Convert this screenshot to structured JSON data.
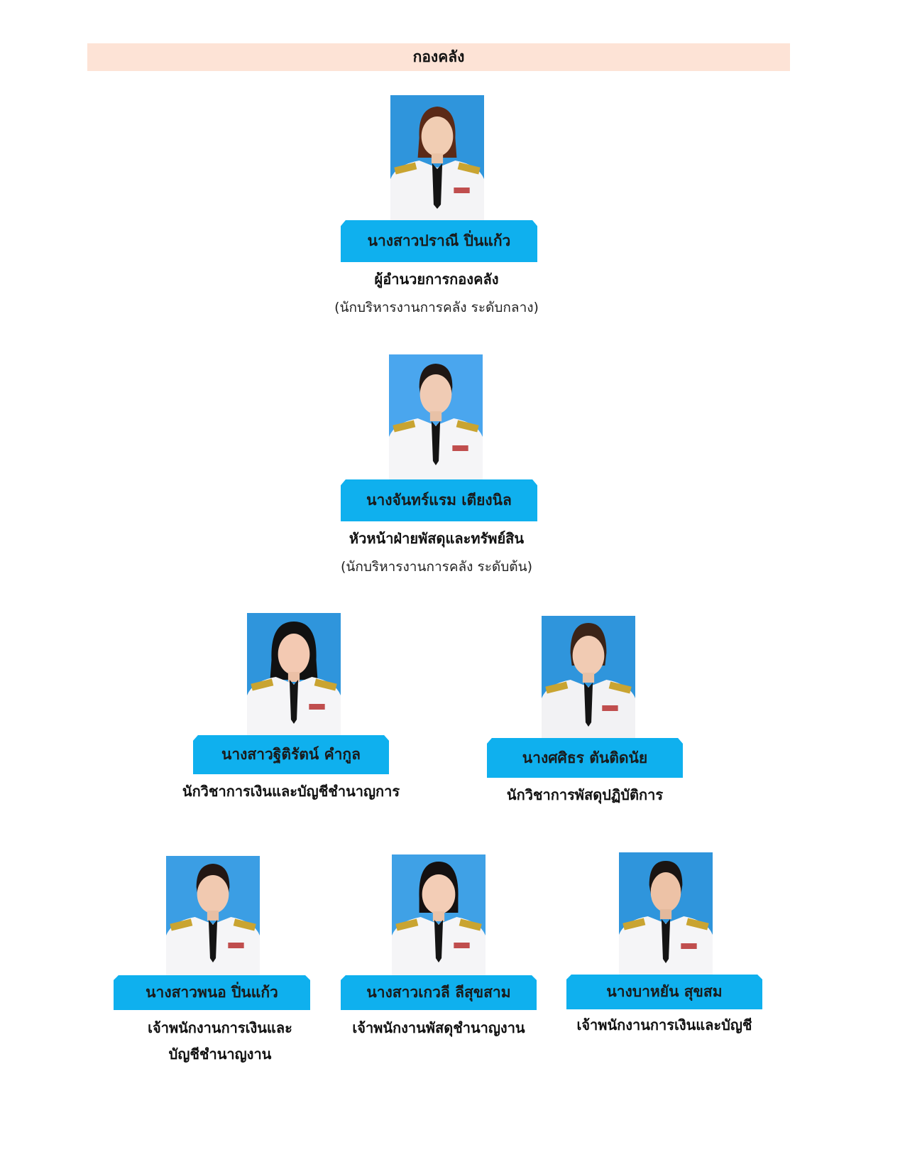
{
  "header": {
    "title": "กองคลัง"
  },
  "people": [
    {
      "name": "นางสาวปราณี  ปิ่นแก้ว",
      "role": "ผู้อำนวยการกองคลัง",
      "rank": "(นักบริหารงานการคลัง  ระดับกลาง)"
    },
    {
      "name": "นางจันทร์แรม เตียงนิล",
      "role": "หัวหน้าฝ่ายพัสดุและทรัพย์สิน",
      "rank": "(นักบริหารงานการคลัง  ระดับต้น)"
    },
    {
      "name": "นางสาวฐิติรัตน์  คำกูล",
      "role": "นักวิชาการเงินและบัญชีชำนาญการ"
    },
    {
      "name": "นางศศิธร ตันติดนัย",
      "role": "นักวิชาการพัสดุปฏิบัติการ"
    },
    {
      "name": "นางสาวพนอ  ปิ่นแก้ว",
      "role_line1": "เจ้าพนักงานการเงินและ",
      "role_line2": "บัญชีชำนาญงาน"
    },
    {
      "name": "นางสาวเกวลี  ลีสุขสาม",
      "role": "เจ้าพนักงานพัสดุชำนาญงาน"
    },
    {
      "name": "นางบาหยัน สุขสม",
      "role": "เจ้าพนักงานการเงินและบัญชี"
    }
  ],
  "colors": {
    "header_bg": "#fde3d6",
    "name_tab": "#0fb0ee",
    "photo_bg": "#2f95dc"
  }
}
